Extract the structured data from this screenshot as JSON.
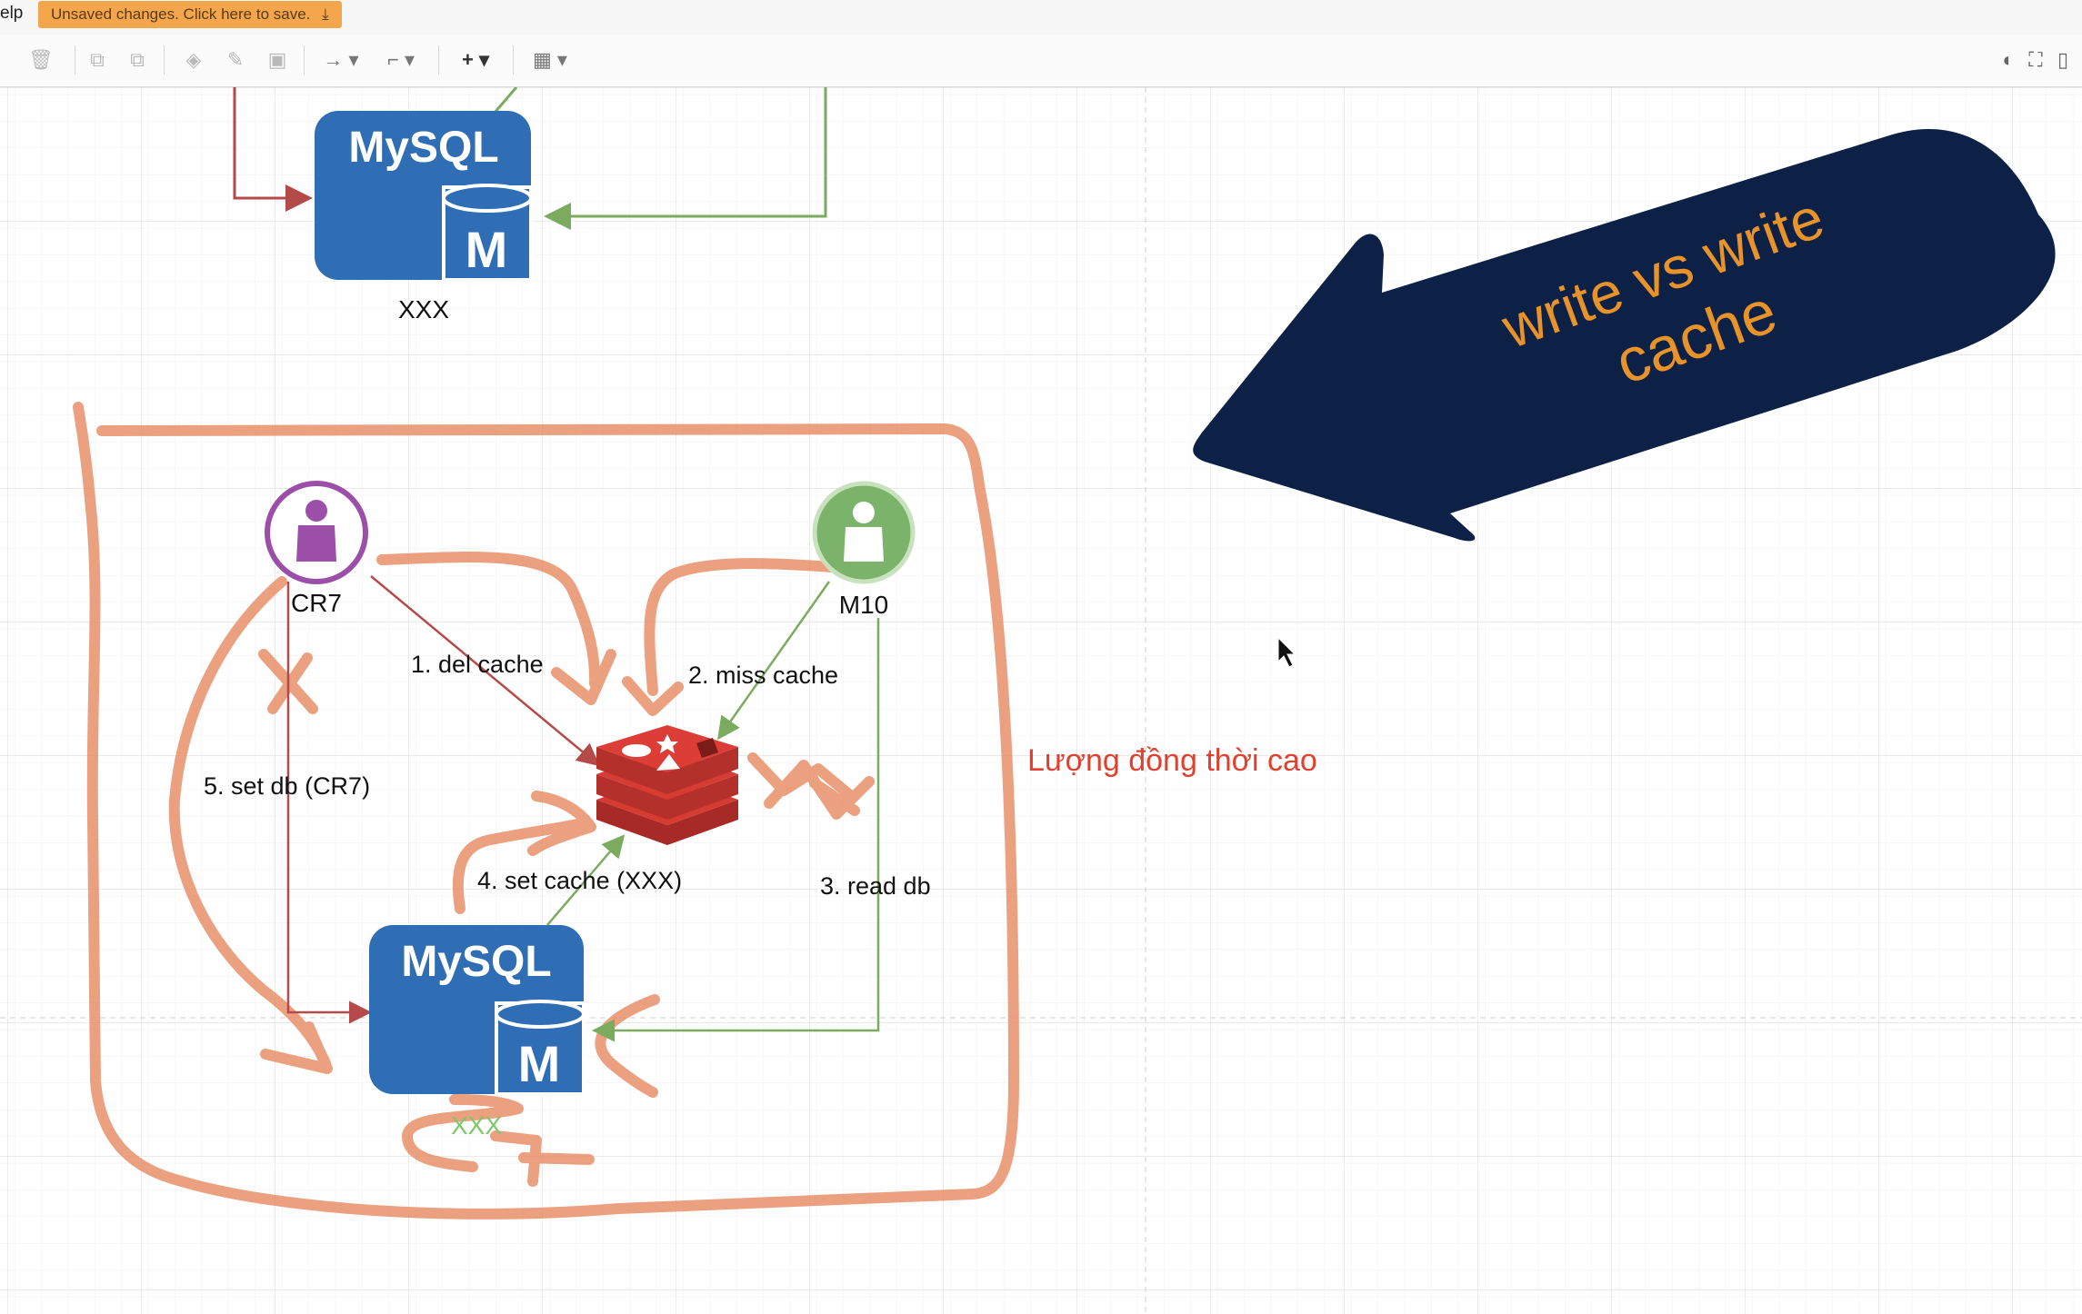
{
  "menu": {
    "help_partial": "elp"
  },
  "banner": {
    "unsaved_text": "Unsaved changes. Click here to save."
  },
  "toolbar": {
    "icons": [
      "delete-icon",
      "to-front-icon",
      "to-back-icon",
      "fill-color-icon",
      "line-color-icon",
      "shadow-icon",
      "connection-icon",
      "waypoints-icon",
      "insert-icon",
      "table-icon",
      "dark-mode-icon",
      "fullscreen-icon",
      "format-panel-icon"
    ]
  },
  "diagram": {
    "top_db_label": "XXX",
    "mysql_text": "MySQL",
    "mysql_m": "M",
    "user_cr7": "CR7",
    "user_m10": "M10",
    "edge_del_cache": "1. del cache",
    "edge_miss_cache": "2. miss cache",
    "edge_read_db": "3. read db",
    "edge_set_cache": "4. set cache (XXX)",
    "edge_set_db": "5. set db (CR7)",
    "bottom_db_label": "XXX",
    "annotation": "Lượng đồng thời cao",
    "banner_arrow_line1": "write vs write",
    "banner_arrow_line2": "cache"
  },
  "colors": {
    "mysql_blue": "#2f6db5",
    "red_edge": "#b54a4a",
    "green_edge": "#7aab5e",
    "highlight_stroke": "#e8906a",
    "arrow_navy": "#0c2145",
    "arrow_text": "#e8922a",
    "annotation_red": "#e0412f",
    "cr7_purple": "#9b4fa8",
    "m10_green": "#7cb36a"
  }
}
